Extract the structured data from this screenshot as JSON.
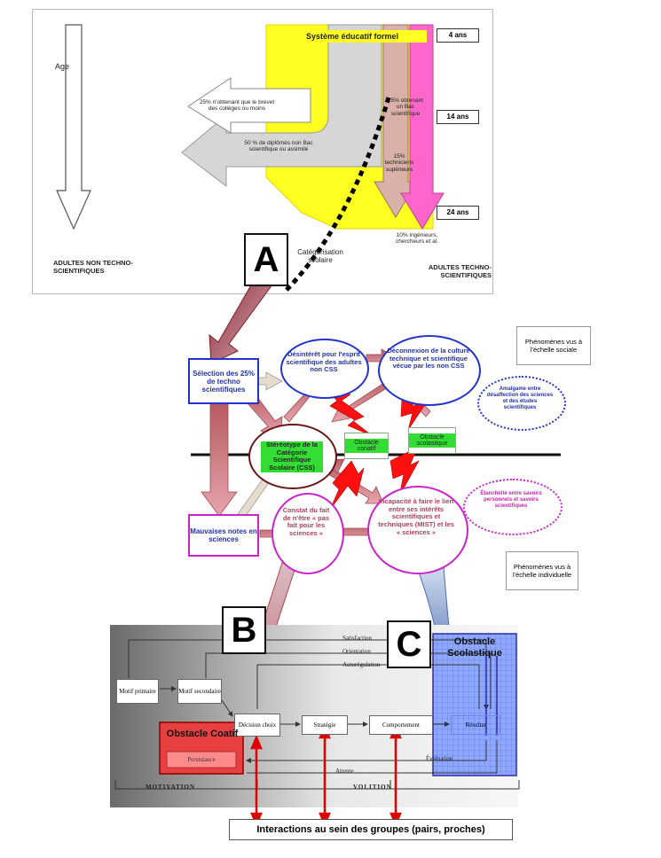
{
  "top": {
    "age": "Age",
    "systeme": "Système éducatif formel",
    "ans4": "4 ans",
    "ans14": "14 ans",
    "ans24": "24 ans",
    "brevet": "25% n'obtenant que le brevet des collèges ou moins",
    "nonbac": "50 % de diplômés non Bac scientifique ou assimilé",
    "bacsci": "25% obtenant un Bac scientifique",
    "techniciens": "15% techniciens supérieurs",
    "ingenieurs": "10% ingénieurs, chercheurs et al.",
    "categorisation": "Catégorisation scolaire",
    "adultes_non": "ADULTES NON TECHNO-SCIENTIFIQUES",
    "adultes_techno": "ADULTES TECHNO-SCIENTIFIQUES"
  },
  "letters": {
    "a": "A",
    "b": "B",
    "c": "C"
  },
  "middle": {
    "selection": "Sélection des 25% de techno scientifiques",
    "desinteret": "Désintérêt pour l'esprit scientifique des adultes non CSS",
    "deconnexion": "Déconnexion de la culture technique et scientifique vécue par les non CSS",
    "phen_sociale": "Phénomènes vus à l'échelle sociale",
    "amalgame": "Amalgame entre désaffection des sciences et des études scientifiques",
    "stereotype": "Stéréotype de la Catégorie Scientifique Scolaire (CSS)",
    "obstacle_conatif": "Obstacle conatif",
    "obstacle_scolastique": "Obstacle scolastique",
    "mauvaises": "Mauvaises notes en sciences",
    "constat": "Constat du fait de n'être « pas fait pour les sciences »",
    "incapacite": "Incapacité à faire le lien entre ses intérêts scientifiques et techniques (MIST) et les « sciences »",
    "etancheite": "Étanchéité entre savoirs personnels et savoirs scientifiques",
    "phen_indiv": "Phénomènes vus à l'échelle individuelle"
  },
  "bottom": {
    "satisfaction": "Satisfaction",
    "orientation": "Orientation",
    "autoregulation": "Autorégulation",
    "motif_primaire": "Motif primaire",
    "motif_secondaire": "Motif secondaire",
    "decision": "Décision choix",
    "strategie": "Stratégie",
    "comportement": "Comportement",
    "resultat": "Résultat",
    "obstacle_coatif": "Obstacle Coatif",
    "persistance": "Persistance",
    "evaluation": "Évaluation",
    "attente": "Attente",
    "obstacle_scol_big": "Obstacle Scolastique",
    "motivation": "MOTIVATION",
    "volition": "VOLITION",
    "interactions": "Interactions au sein des groupes (pairs, proches)"
  }
}
